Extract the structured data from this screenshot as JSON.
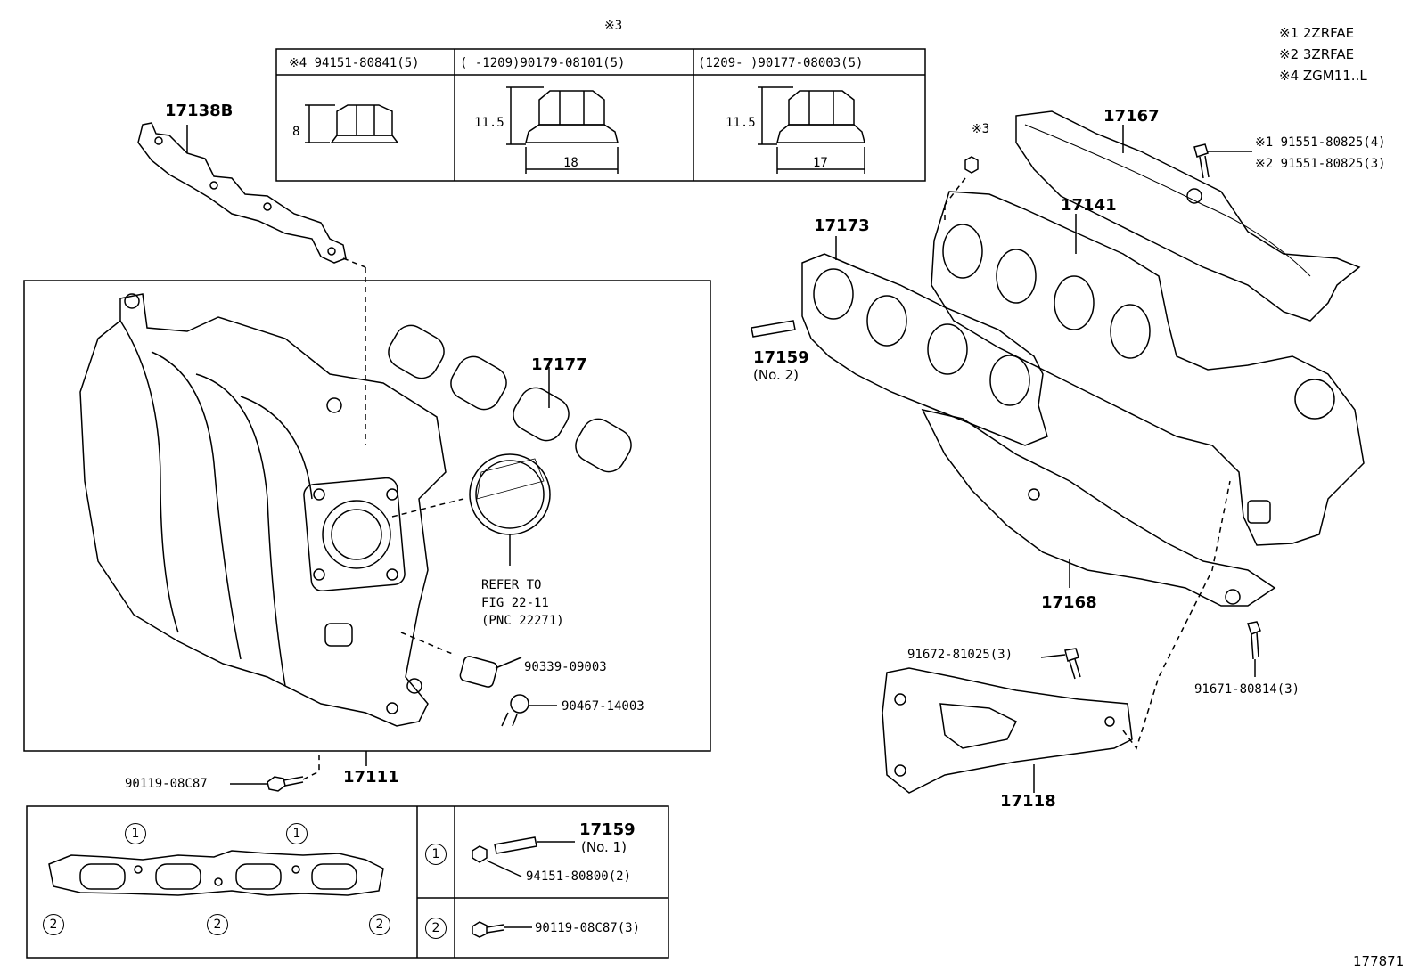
{
  "legend": {
    "l1": "※1 2ZRFAE",
    "l2": "※2 3ZRFAE",
    "l3": "※4 ZGM11..L"
  },
  "nut_table": {
    "top_note": "※3",
    "col1_header": "※4 94151-80841(5)",
    "col2_header": "(   -1209)90179-08101(5)",
    "col3_header": "(1209-    )90177-08003(5)",
    "col1_height": "8",
    "col2_height": "11.5",
    "col2_width": "18",
    "col3_height": "11.5",
    "col3_width": "17"
  },
  "parts": {
    "p17138b": "17138B",
    "p17177": "17177",
    "refer_line1": "REFER TO",
    "refer_line2": "FIG 22-11",
    "refer_line3": "(PNC 22271)",
    "p90339": "90339-09003",
    "p90467": "90467-14003",
    "p90119": "90119-08C87",
    "p17111": "17111",
    "p17173": "17173",
    "p17159a": "17159",
    "p17159a_note": "(No. 2)",
    "p17141": "17141",
    "p17167": "17167",
    "note3": "※3",
    "bolt1": "※1 91551-80825(4)",
    "bolt2": "※2 91551-80825(3)",
    "p17168": "17168",
    "p91672": "91672-81025(3)",
    "p91671": "91671-80814(3)",
    "p17118": "17118"
  },
  "inset": {
    "mark1": "1",
    "mark2": "2",
    "p17159b": "17159",
    "p17159b_note": "(No. 1)",
    "p94151": "94151-80800(2)",
    "p90119b": "90119-08C87(3)"
  },
  "figure_id": "177871"
}
